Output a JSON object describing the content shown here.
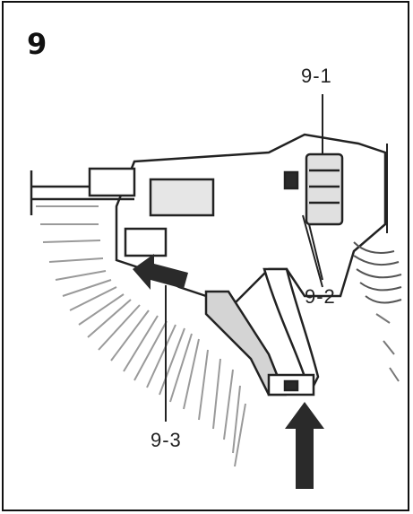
{
  "figure": {
    "number": "9",
    "callouts": {
      "c1": "9-1",
      "c2": "9-2",
      "c3": "9-3"
    }
  },
  "colors": {
    "line": "#222222",
    "light_line": "#9a9a9a",
    "fill_dark": "#2a2a2a",
    "fill_mid": "#cfcfcf",
    "background": "#ffffff"
  }
}
